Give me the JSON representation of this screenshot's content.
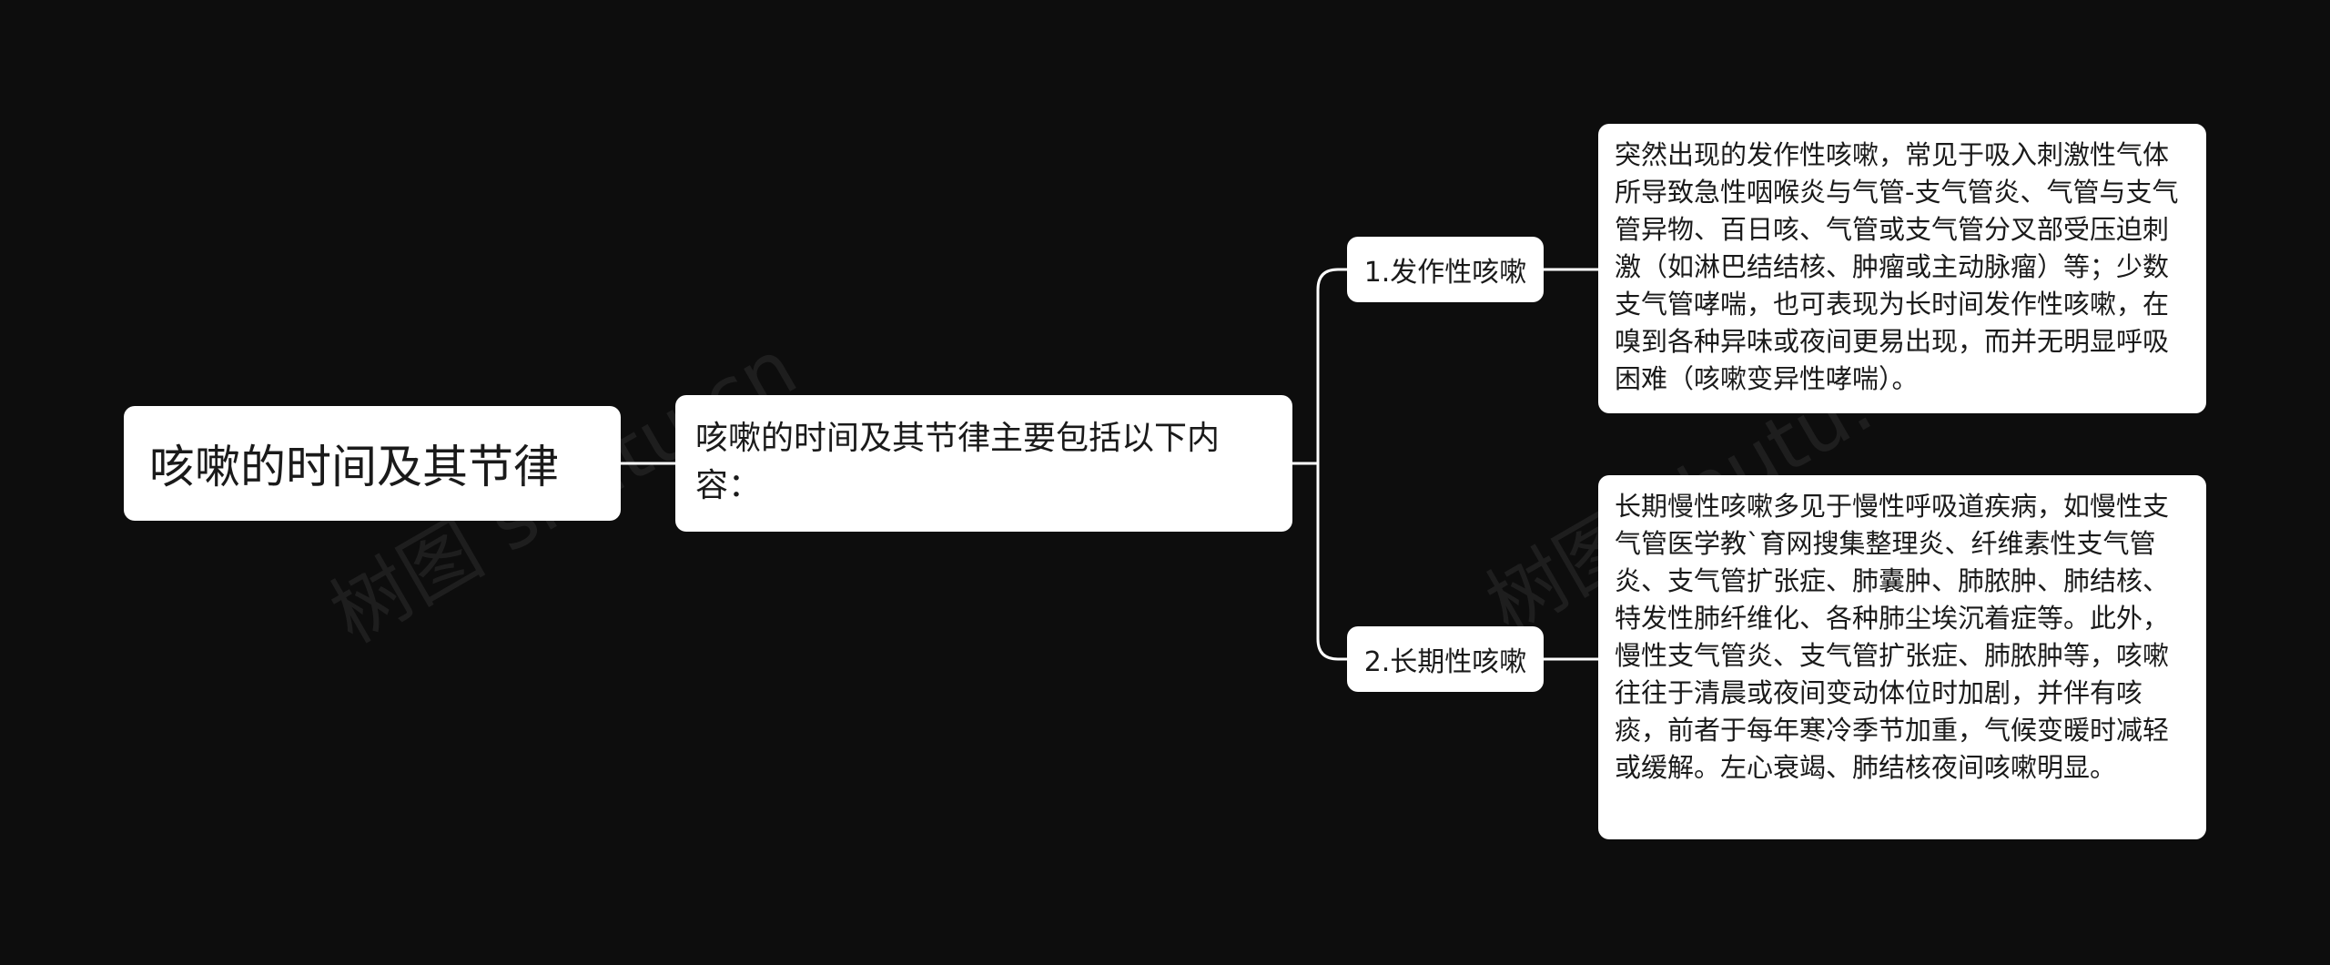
{
  "colors": {
    "background": "#0d0d0d",
    "node_fill": "#ffffff",
    "node_text": "#1a1a1a",
    "edge": "#ffffff"
  },
  "mindmap": {
    "root": {
      "label": "咳嗽的时间及其节律"
    },
    "summary": {
      "label": "咳嗽的时间及其节律主要包括以下内容："
    },
    "branches": [
      {
        "label": "1.发作性咳嗽",
        "detail": "突然出现的发作性咳嗽，常见于吸入刺激性气体所导致急性咽喉炎与气管-支气管炎、气管与支气管异物、百日咳、气管或支气管分叉部受压迫刺激（如淋巴结结核、肿瘤或主动脉瘤）等；少数支气管哮喘，也可表现为长时间发作性咳嗽，在嗅到各种异味或夜间更易出现，而并无明显呼吸困难（咳嗽变异性哮喘）。"
      },
      {
        "label": "2.长期性咳嗽",
        "detail": "长期慢性咳嗽多见于慢性呼吸道疾病，如慢性支气管医学教`育网搜集整理炎、纤维素性支气管炎、支气管扩张症、肺囊肿、肺脓肿、肺结核、特发性肺纤维化、各种肺尘埃沉着症等。此外，慢性支气管炎、支气管扩张症、肺脓肿等，咳嗽往往于清晨或夜间变动体位时加剧，并伴有咳痰，前者于每年寒冷季节加重，气候变暖时减轻或缓解。左心衰竭、肺结核夜间咳嗽明显。"
      }
    ]
  },
  "watermark": {
    "text": "树图 shutu.cn"
  }
}
